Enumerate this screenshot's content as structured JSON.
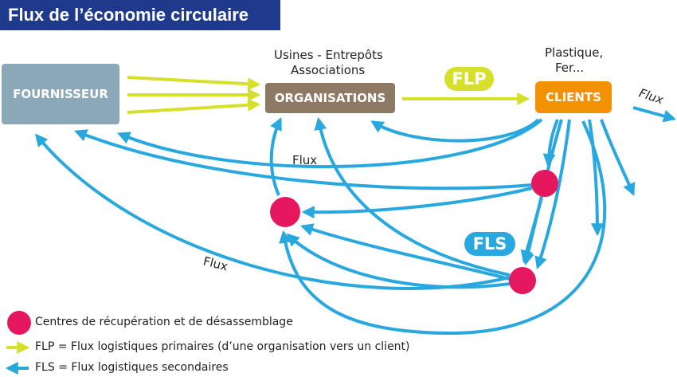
{
  "title": "Flux de l’économie circulaire",
  "nodes": {
    "fournisseur": "FOURNISSEUR",
    "organisations": "ORGANISATIONS",
    "clients": "CLIENTS"
  },
  "captions": {
    "organisations_above_line1": "Usines - Entrepôts",
    "organisations_above_line2": "Associations",
    "clients_above_line1": "Plastique,",
    "clients_above_line2": "Fer..."
  },
  "badges": {
    "flp": "FLP",
    "fls": "FLS"
  },
  "flow_labels": {
    "top_right": "Flux",
    "middle": "Flux",
    "lower_left": "Flux"
  },
  "legend": {
    "centres": "Centres de récupération et de désassemblage",
    "flp": "FLP = Flux logistiques primaires (d’une organisation vers un client)",
    "fls": "FLS = Flux logistiques secondaires"
  },
  "colors": {
    "title_bg": "#1f3a8a",
    "fournisseur": "#8aa8b8",
    "organisations": "#8e7964",
    "clients": "#f39200",
    "flp_arrow": "#d6e02b",
    "fls_arrow": "#29a8df",
    "centre": "#e5185f"
  }
}
